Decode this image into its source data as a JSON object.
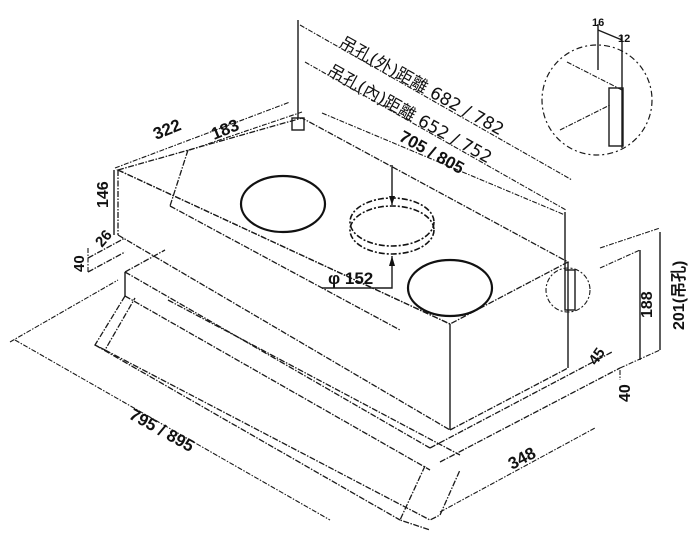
{
  "drawing": {
    "subject": "range hood dimensional drawing",
    "unit": "mm"
  },
  "labels": {
    "hang_outer": "吊孔(外)距離 682 / 782",
    "hang_inner": "吊孔(內)距離 652 / 752",
    "top_length": "705 / 805",
    "depth_322": "322",
    "depth_183": "183",
    "height_146": "146",
    "offset_26": "26",
    "height_40_left": "40",
    "diameter_152": "φ 152",
    "height_188": "188",
    "height_201": "201(吊孔)",
    "depth_45": "45",
    "height_40_right": "40",
    "depth_348": "348",
    "width_795": "795 / 895",
    "detail_16": "16",
    "detail_12": "12"
  }
}
